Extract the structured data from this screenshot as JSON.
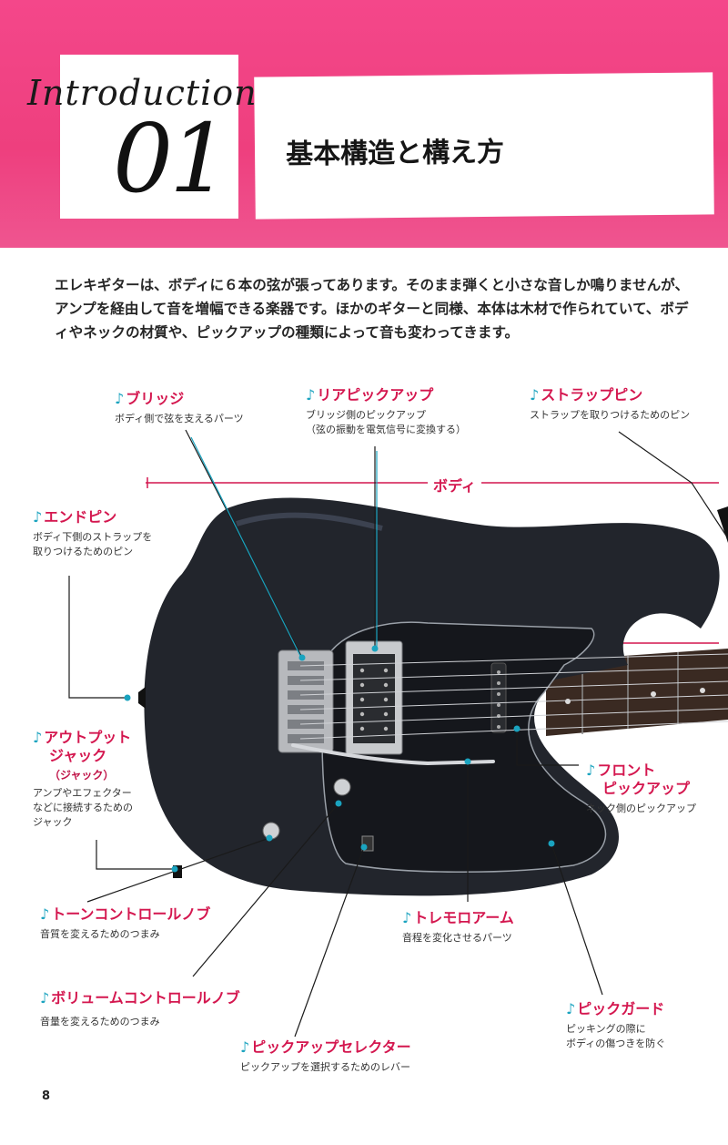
{
  "header": {
    "intro_word": "Introduction",
    "intro_number": "01",
    "title": "基本構造と構え方"
  },
  "intro_text": "エレキギターは、ボディに６本の弦が張ってあります。そのまま弾くと小さな音しか鳴りませんが、アンプを経由して音を増幅できる楽器です。ほかのギターと同様、本体は木材で作られていて、ボディやネックの材質や、ピックアップの種類によって音も変わってきます。",
  "note_icon": "music-note-icon",
  "body_label": "ボディ",
  "parts": {
    "bridge": {
      "name": "ブリッジ",
      "desc": "ボディ側で弦を支えるパーツ"
    },
    "rear_pickup": {
      "name": "リアピックアップ",
      "desc1": "ブリッジ側のピックアップ",
      "desc2": "（弦の振動を電気信号に変換する）"
    },
    "strap_pin": {
      "name": "ストラップピン",
      "desc": "ストラップを取りつけるためのピン"
    },
    "end_pin": {
      "name": "エンドピン",
      "desc1": "ボディ下側のストラップを",
      "desc2": "取りつけるためのピン"
    },
    "output_jack": {
      "name1": "アウトプット",
      "name2": "ジャック",
      "sub": "（ジャック）",
      "desc1": "アンプやエフェクター",
      "desc2": "などに接続するための",
      "desc3": "ジャック"
    },
    "front_pickup": {
      "name1": "フロント",
      "name2": "ピックアップ",
      "desc": "ネック側のピックアップ"
    },
    "tone_knob": {
      "name": "トーンコントロールノブ",
      "desc": "音質を変えるためのつまみ"
    },
    "tremolo_arm": {
      "name": "トレモロアーム",
      "desc": "音程を変化させるパーツ"
    },
    "volume_knob": {
      "name": "ボリュームコントロールノブ",
      "desc": "音量を変えるためのつまみ"
    },
    "pickguard": {
      "name": "ピックガード",
      "desc1": "ピッキングの際に",
      "desc2": "ボディの傷つきを防ぐ"
    },
    "pickup_selector": {
      "name": "ピックアップセレクター",
      "desc": "ピックアップを選択するためのレバー"
    }
  },
  "colors": {
    "header_pink": "#ee3f7e",
    "accent_red": "#d4174f",
    "note_blue": "#1aa3bf",
    "guitar_body": "#22252c"
  },
  "page_number": "8"
}
